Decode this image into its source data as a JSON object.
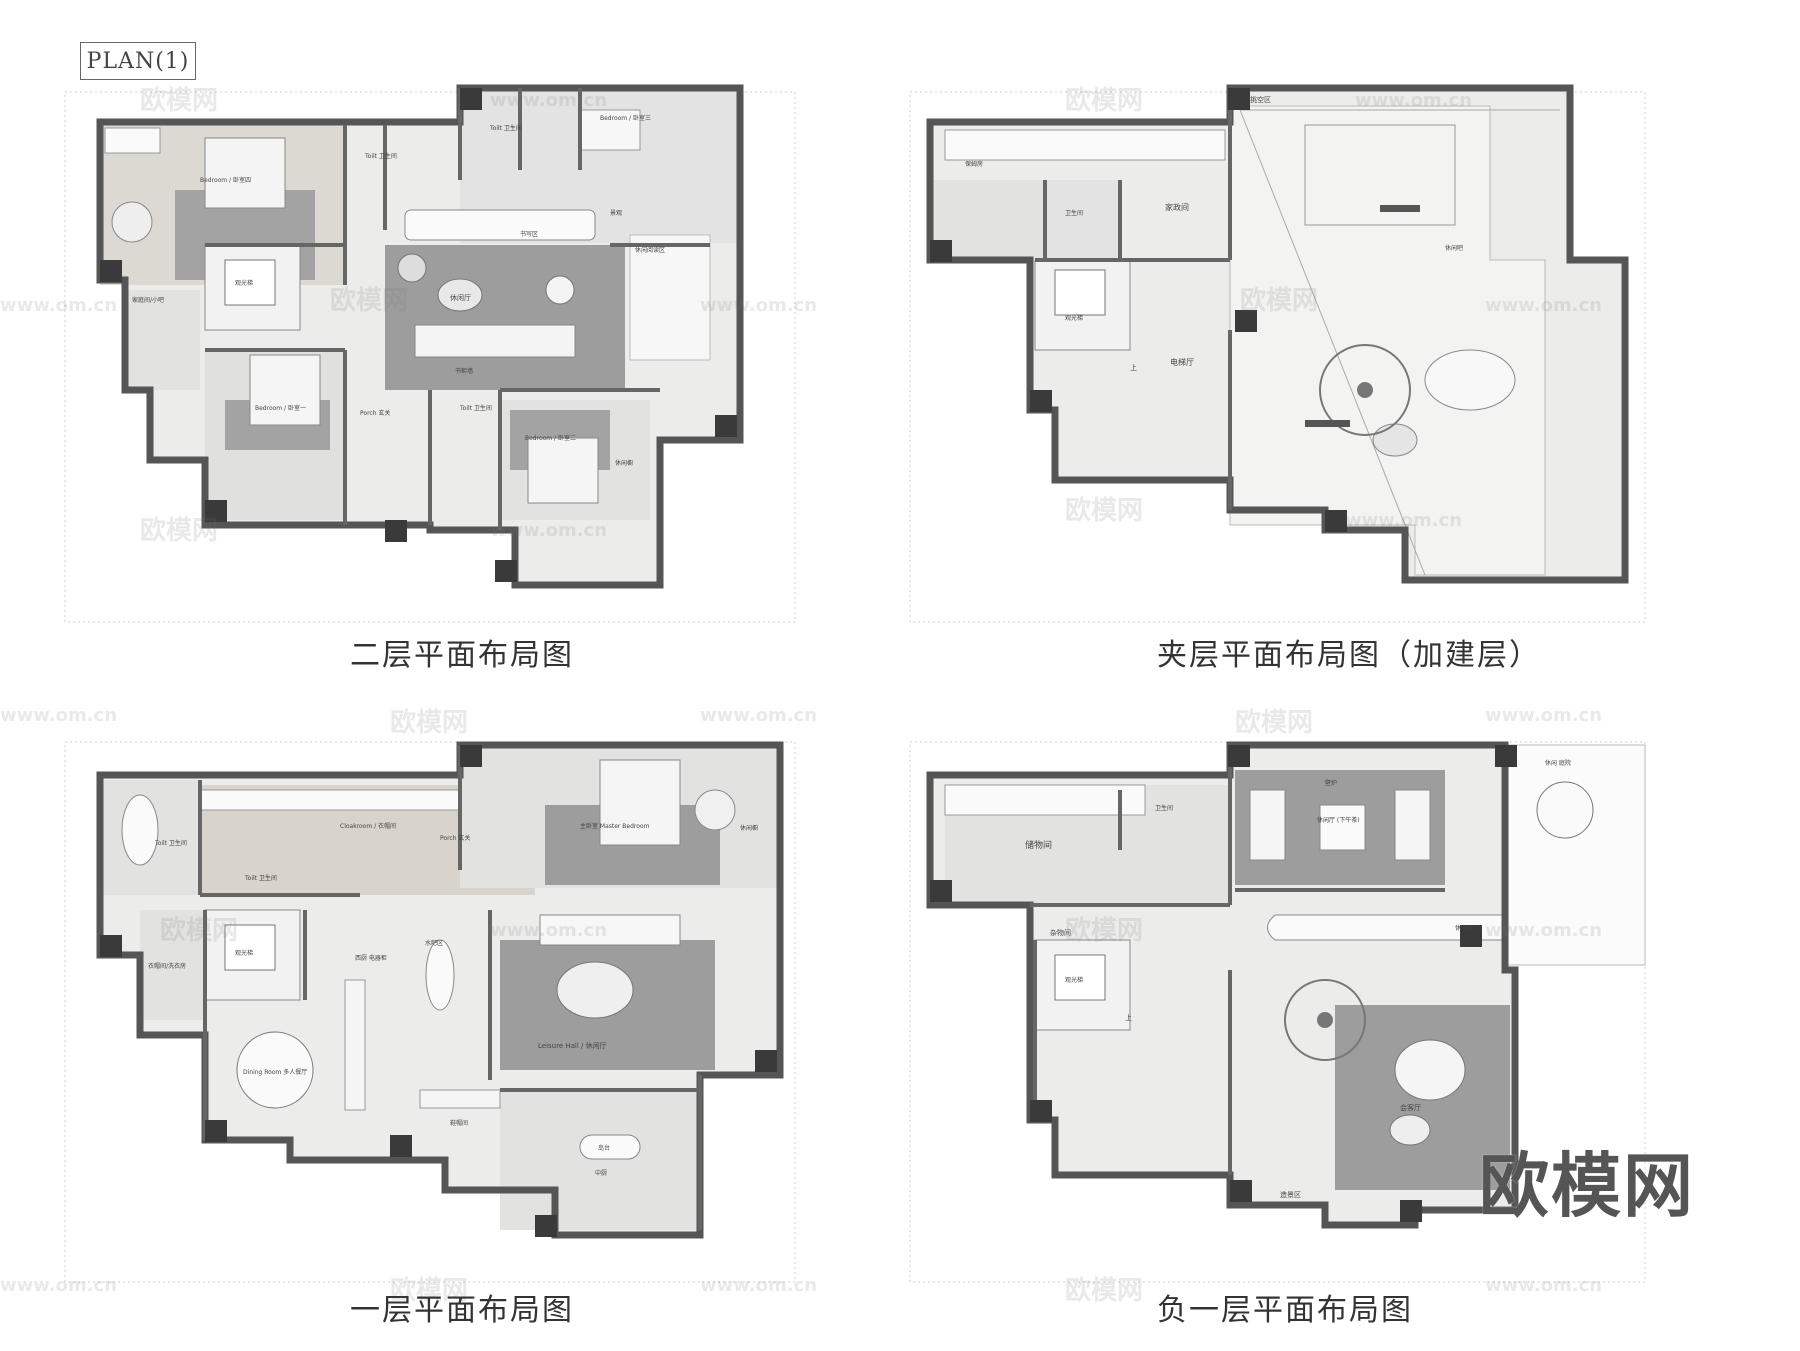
{
  "plan_tag": "PLAN(1)",
  "captions": {
    "second_floor": "二层平面布局图",
    "mezzanine": "夹层平面布局图（加建层）",
    "first_floor": "一层平面布局图",
    "basement": "负一层平面布局图"
  },
  "watermark": {
    "brand": "欧模网",
    "url": "www.om.cn",
    "big": "欧模网"
  },
  "rooms": {
    "second_floor": {
      "bedroom4": "Bedroom / 卧室四",
      "toilet_a": "Toilt 卫生间",
      "bedroom3": "Bedroom / 卧室三",
      "toilet_b": "Toilt 卫生间",
      "family_bar": "家庭间/小吧",
      "stairs": "观光梯",
      "study": "书写区",
      "lounge": "休闲厅",
      "reading": "休闲阅读区",
      "bedroom1": "Bedroom / 卧室一",
      "porch": "Porch 玄关",
      "toilet_c": "Toilt 卫生间",
      "bedroom2": "Bedroom / 卧室二",
      "balcony": "休闲橱",
      "shelf": "书柜墙",
      "view": "景观"
    },
    "mezzanine": {
      "void": "挑空区",
      "storage": "保姆房",
      "toilet": "卫生间",
      "housekeeping": "家政间",
      "bar": "休闲吧",
      "stairs": "观光梯",
      "elevator_hall": "电梯厅",
      "up": "上"
    },
    "first_floor": {
      "toilet_a": "Toilt 卫生间",
      "cloakroom": "Cloakroom / 衣帽间",
      "master": "主卧室 Master Bedroom",
      "porch": "Porch 玄关",
      "balcony": "休闲橱",
      "toilet_b": "Toilt 卫生间",
      "laundry": "衣帽间/洗衣房",
      "stairs": "观光梯",
      "appliance": "西厨 电器柜",
      "bar": "水吧区",
      "leisure": "Leisure Hall / 休闲厅",
      "dining": "Dining Room 多人餐厅",
      "shoe": "鞋帽间",
      "kitchen": "中厨",
      "island": "岛台"
    },
    "basement": {
      "storage": "储物间",
      "toilet": "卫生间",
      "fireplace": "壁炉",
      "leisure": "休闲厅 (下午茶)",
      "courtyard": "休闲 庭院",
      "bar": "休闲吧",
      "misc": "杂物间",
      "stairs": "观光梯",
      "reception": "会客厅",
      "landscape": "造景区",
      "up": "上"
    }
  },
  "colors": {
    "wall": "#555555",
    "column": "#3a3a3a",
    "floor": "#e8e8e6",
    "rug": "#9d9d9d",
    "rug_light": "#c9c9c7",
    "wood": "#d8d3cb",
    "paper": "#ffffff"
  }
}
